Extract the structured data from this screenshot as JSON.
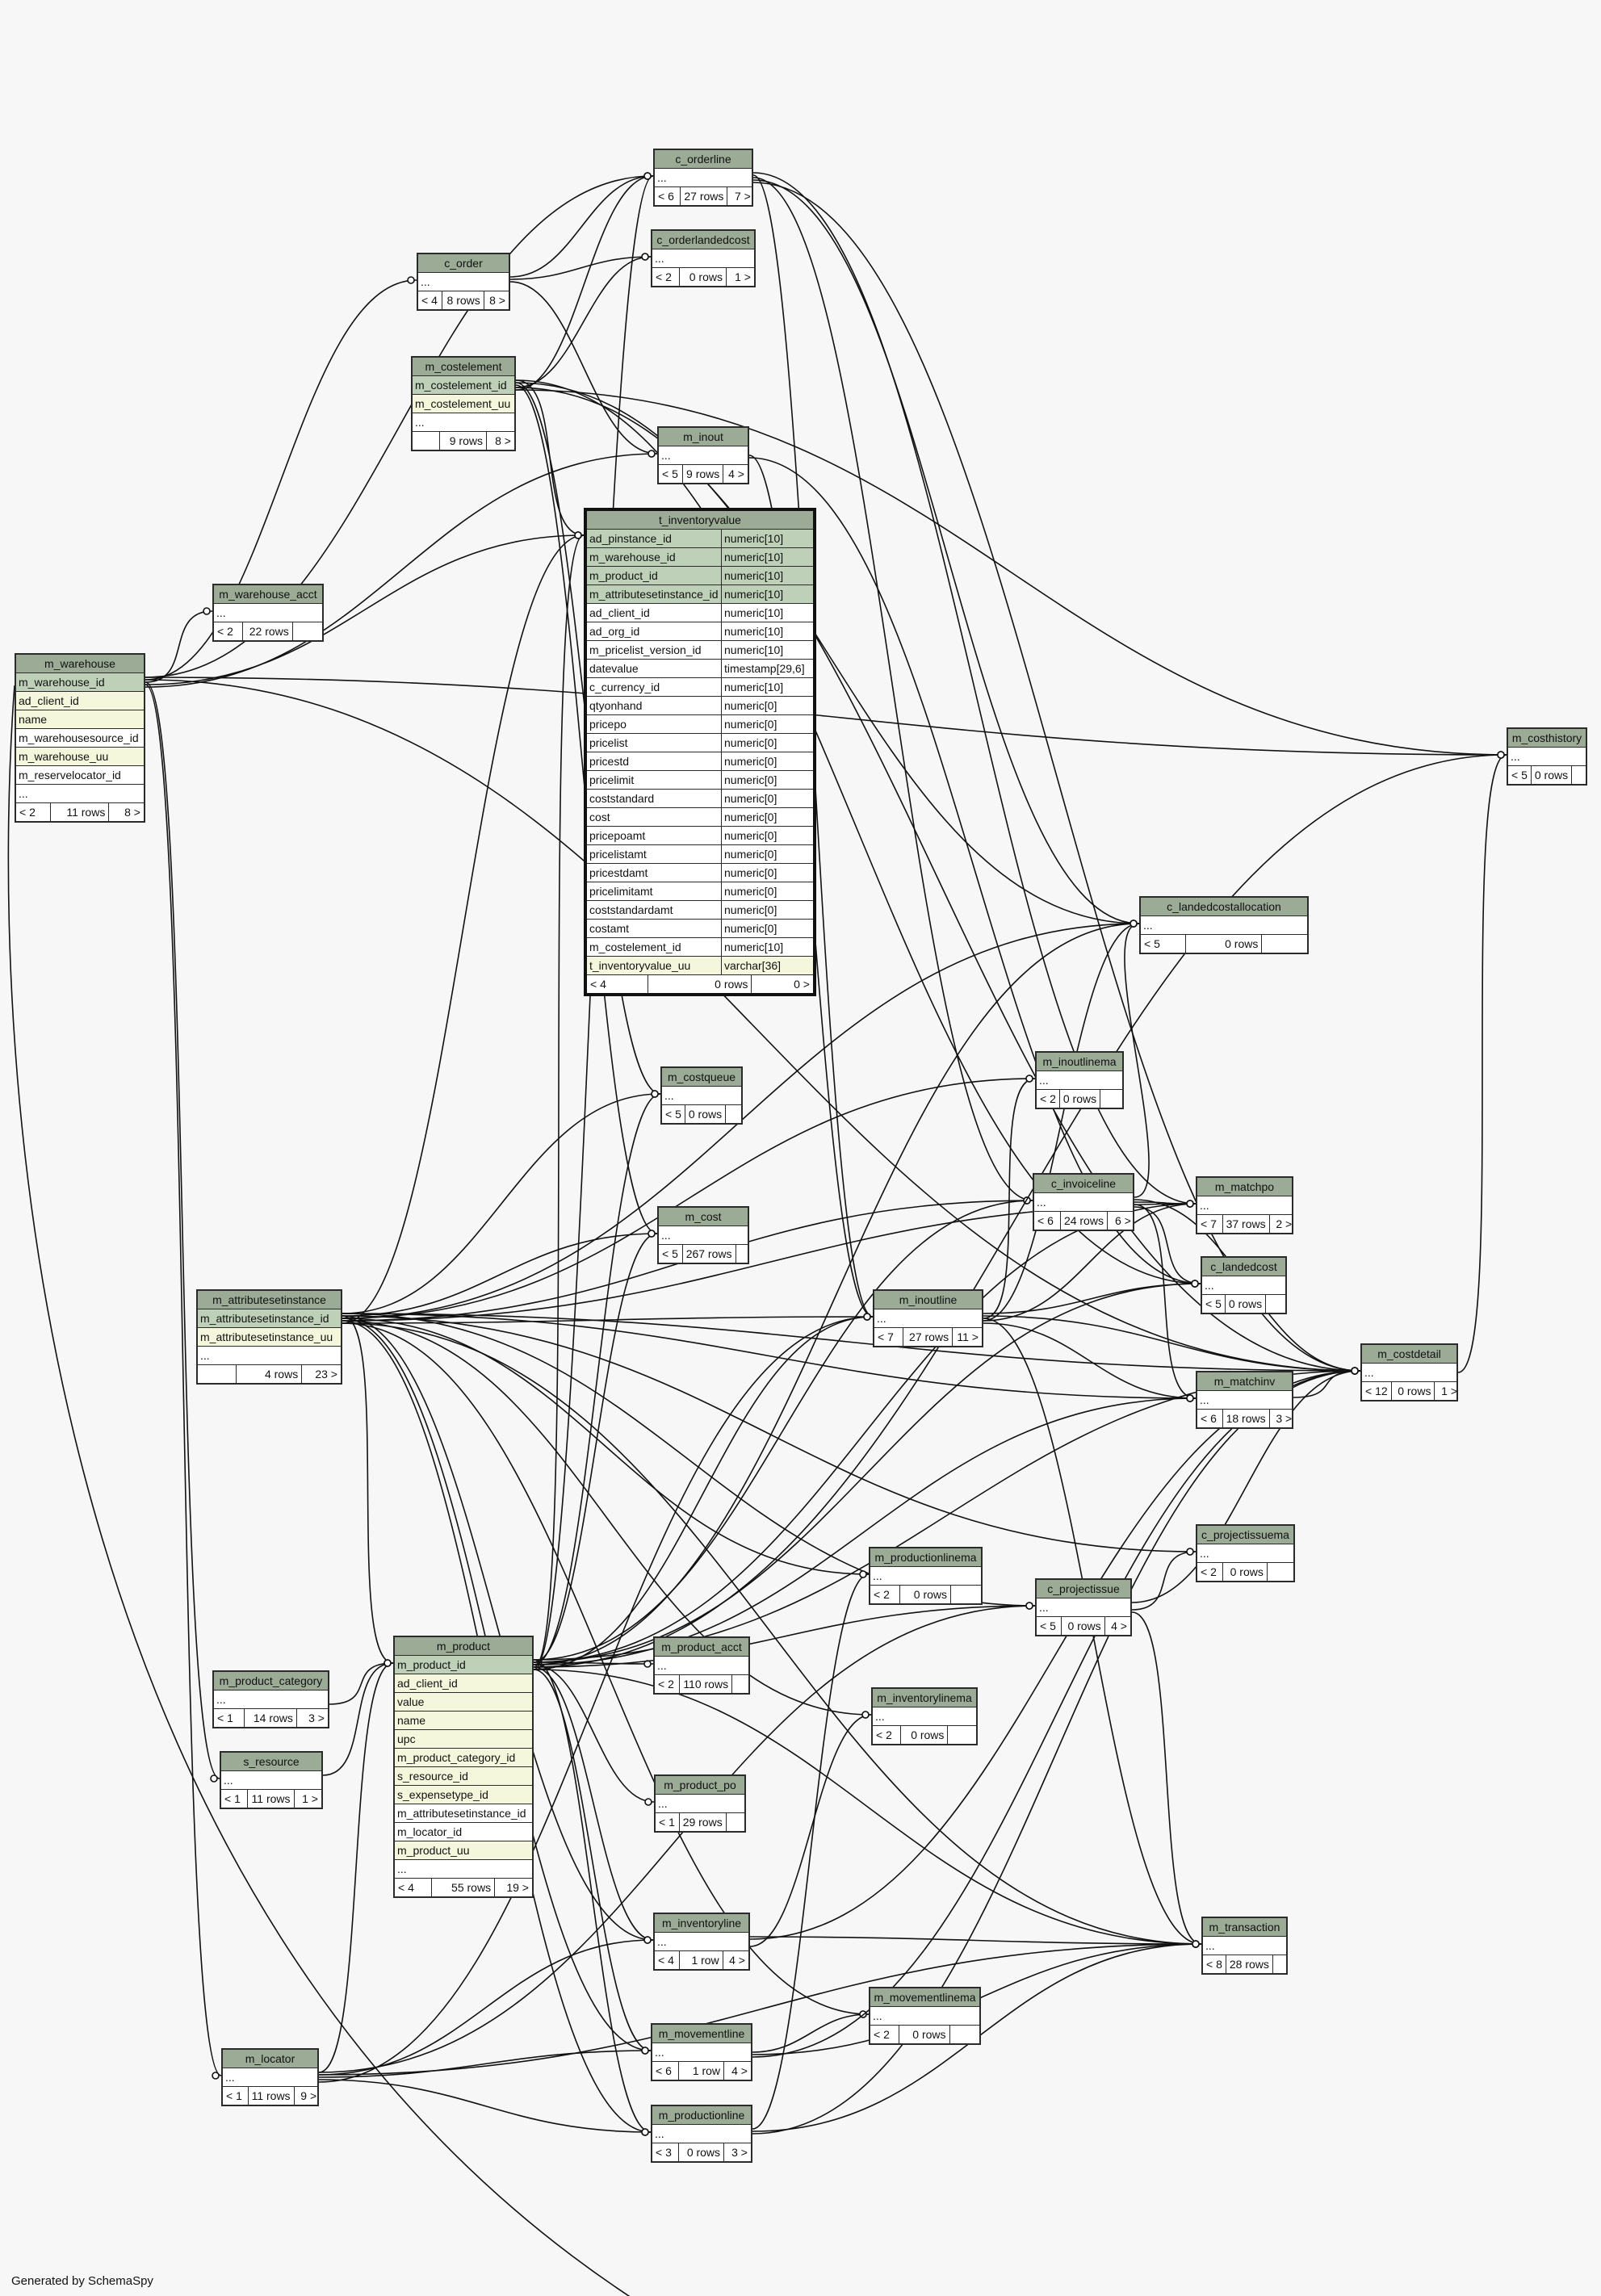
{
  "footer": "Generated by SchemaSpy",
  "colors": {
    "background": "#f7f7f7",
    "header": "#9bab96",
    "primary_key": "#bed1b8",
    "indexed": "#f5f7dc",
    "edge": "#111111"
  },
  "tables": {
    "m_warehouse": {
      "name": "m_warehouse",
      "columns": [
        {
          "name": "m_warehouse_id",
          "kind": "pk"
        },
        {
          "name": "ad_client_id",
          "kind": "idx"
        },
        {
          "name": "name",
          "kind": "idx"
        },
        {
          "name": "m_warehousesource_id",
          "kind": "plain"
        },
        {
          "name": "m_warehouse_uu",
          "kind": "idx"
        },
        {
          "name": "m_reservelocator_id",
          "kind": "plain"
        },
        {
          "name": "...",
          "kind": "plain"
        }
      ],
      "footer": [
        "< 2",
        "11 rows",
        "8 >"
      ]
    },
    "m_warehouse_acct": {
      "name": "m_warehouse_acct",
      "columns": [
        {
          "name": "...",
          "kind": "plain"
        }
      ],
      "footer": [
        "< 2",
        "22 rows",
        ""
      ]
    },
    "c_order": {
      "name": "c_order",
      "columns": [
        {
          "name": "...",
          "kind": "plain"
        }
      ],
      "footer": [
        "< 4",
        "8 rows",
        "8 >"
      ]
    },
    "c_orderline": {
      "name": "c_orderline",
      "columns": [
        {
          "name": "...",
          "kind": "plain"
        }
      ],
      "footer": [
        "< 6",
        "27 rows",
        "7 >"
      ]
    },
    "c_orderlandedcost": {
      "name": "c_orderlandedcost",
      "columns": [
        {
          "name": "...",
          "kind": "plain"
        }
      ],
      "footer": [
        "< 2",
        "0 rows",
        "1 >"
      ]
    },
    "m_costelement": {
      "name": "m_costelement",
      "columns": [
        {
          "name": "m_costelement_id",
          "kind": "pk"
        },
        {
          "name": "m_costelement_uu",
          "kind": "idx"
        },
        {
          "name": "...",
          "kind": "plain"
        }
      ],
      "footer": [
        "",
        "9 rows",
        "8 >"
      ]
    },
    "m_inout": {
      "name": "m_inout",
      "columns": [
        {
          "name": "...",
          "kind": "plain"
        }
      ],
      "footer": [
        "< 5",
        "9 rows",
        "4 >"
      ]
    },
    "t_inventoryvalue": {
      "name": "t_inventoryvalue",
      "columns": [
        {
          "name": "ad_pinstance_id",
          "type": "numeric[10]",
          "kind": "pk"
        },
        {
          "name": "m_warehouse_id",
          "type": "numeric[10]",
          "kind": "pk"
        },
        {
          "name": "m_product_id",
          "type": "numeric[10]",
          "kind": "pk"
        },
        {
          "name": "m_attributesetinstance_id",
          "type": "numeric[10]",
          "kind": "pk"
        },
        {
          "name": "ad_client_id",
          "type": "numeric[10]",
          "kind": "plain"
        },
        {
          "name": "ad_org_id",
          "type": "numeric[10]",
          "kind": "plain"
        },
        {
          "name": "m_pricelist_version_id",
          "type": "numeric[10]",
          "kind": "plain"
        },
        {
          "name": "datevalue",
          "type": "timestamp[29,6]",
          "kind": "plain"
        },
        {
          "name": "c_currency_id",
          "type": "numeric[10]",
          "kind": "plain"
        },
        {
          "name": "qtyonhand",
          "type": "numeric[0]",
          "kind": "plain"
        },
        {
          "name": "pricepo",
          "type": "numeric[0]",
          "kind": "plain"
        },
        {
          "name": "pricelist",
          "type": "numeric[0]",
          "kind": "plain"
        },
        {
          "name": "pricestd",
          "type": "numeric[0]",
          "kind": "plain"
        },
        {
          "name": "pricelimit",
          "type": "numeric[0]",
          "kind": "plain"
        },
        {
          "name": "coststandard",
          "type": "numeric[0]",
          "kind": "plain"
        },
        {
          "name": "cost",
          "type": "numeric[0]",
          "kind": "plain"
        },
        {
          "name": "pricepoamt",
          "type": "numeric[0]",
          "kind": "plain"
        },
        {
          "name": "pricelistamt",
          "type": "numeric[0]",
          "kind": "plain"
        },
        {
          "name": "pricestdamt",
          "type": "numeric[0]",
          "kind": "plain"
        },
        {
          "name": "pricelimitamt",
          "type": "numeric[0]",
          "kind": "plain"
        },
        {
          "name": "coststandardamt",
          "type": "numeric[0]",
          "kind": "plain"
        },
        {
          "name": "costamt",
          "type": "numeric[0]",
          "kind": "plain"
        },
        {
          "name": "m_costelement_id",
          "type": "numeric[10]",
          "kind": "plain"
        },
        {
          "name": "t_inventoryvalue_uu",
          "type": "varchar[36]",
          "kind": "idx"
        }
      ],
      "footer": [
        "< 4",
        "0 rows",
        "0 >"
      ]
    },
    "m_costqueue": {
      "name": "m_costqueue",
      "columns": [
        {
          "name": "...",
          "kind": "plain"
        }
      ],
      "footer": [
        "< 5",
        "0 rows",
        ""
      ]
    },
    "m_cost": {
      "name": "m_cost",
      "columns": [
        {
          "name": "...",
          "kind": "plain"
        }
      ],
      "footer": [
        "< 5",
        "267 rows",
        ""
      ]
    },
    "m_attributesetinstance": {
      "name": "m_attributesetinstance",
      "columns": [
        {
          "name": "m_attributesetinstance_id",
          "kind": "pk"
        },
        {
          "name": "m_attributesetinstance_uu",
          "kind": "idx"
        },
        {
          "name": "...",
          "kind": "plain"
        }
      ],
      "footer": [
        "",
        "4 rows",
        "23 >"
      ]
    },
    "m_product_category": {
      "name": "m_product_category",
      "columns": [
        {
          "name": "...",
          "kind": "plain"
        }
      ],
      "footer": [
        "< 1",
        "14 rows",
        "3 >"
      ]
    },
    "s_resource": {
      "name": "s_resource",
      "columns": [
        {
          "name": "...",
          "kind": "plain"
        }
      ],
      "footer": [
        "< 1",
        "11 rows",
        "1 >"
      ]
    },
    "m_product": {
      "name": "m_product",
      "columns": [
        {
          "name": "m_product_id",
          "kind": "pk"
        },
        {
          "name": "ad_client_id",
          "kind": "idx"
        },
        {
          "name": "value",
          "kind": "idx"
        },
        {
          "name": "name",
          "kind": "idx"
        },
        {
          "name": "upc",
          "kind": "idx"
        },
        {
          "name": "m_product_category_id",
          "kind": "idx"
        },
        {
          "name": "s_resource_id",
          "kind": "idx"
        },
        {
          "name": "s_expensetype_id",
          "kind": "idx"
        },
        {
          "name": "m_attributesetinstance_id",
          "kind": "plain"
        },
        {
          "name": "m_locator_id",
          "kind": "plain"
        },
        {
          "name": "m_product_uu",
          "kind": "idx"
        },
        {
          "name": "...",
          "kind": "plain"
        }
      ],
      "footer": [
        "< 4",
        "55 rows",
        "19 >"
      ]
    },
    "m_locator": {
      "name": "m_locator",
      "columns": [
        {
          "name": "...",
          "kind": "plain"
        }
      ],
      "footer": [
        "< 1",
        "11 rows",
        "9 >"
      ]
    },
    "m_product_acct": {
      "name": "m_product_acct",
      "columns": [
        {
          "name": "...",
          "kind": "plain"
        }
      ],
      "footer": [
        "< 2",
        "110 rows",
        ""
      ]
    },
    "m_product_po": {
      "name": "m_product_po",
      "columns": [
        {
          "name": "...",
          "kind": "plain"
        }
      ],
      "footer": [
        "< 1",
        "29 rows",
        ""
      ]
    },
    "m_inventoryline": {
      "name": "m_inventoryline",
      "columns": [
        {
          "name": "...",
          "kind": "plain"
        }
      ],
      "footer": [
        "< 4",
        "1 row",
        "4 >"
      ]
    },
    "m_movementline": {
      "name": "m_movementline",
      "columns": [
        {
          "name": "...",
          "kind": "plain"
        }
      ],
      "footer": [
        "< 6",
        "1 row",
        "4 >"
      ]
    },
    "m_productionline": {
      "name": "m_productionline",
      "columns": [
        {
          "name": "...",
          "kind": "plain"
        }
      ],
      "footer": [
        "< 3",
        "0 rows",
        "3 >"
      ]
    },
    "m_inoutlinema": {
      "name": "m_inoutlinema",
      "columns": [
        {
          "name": "...",
          "kind": "plain"
        }
      ],
      "footer": [
        "< 2",
        "0 rows",
        ""
      ]
    },
    "c_invoiceline": {
      "name": "c_invoiceline",
      "columns": [
        {
          "name": "...",
          "kind": "plain"
        }
      ],
      "footer": [
        "< 6",
        "24 rows",
        "6 >"
      ]
    },
    "m_inoutline": {
      "name": "m_inoutline",
      "columns": [
        {
          "name": "...",
          "kind": "plain"
        }
      ],
      "footer": [
        "< 7",
        "27 rows",
        "11 >"
      ]
    },
    "m_productionlinema": {
      "name": "m_productionlinema",
      "columns": [
        {
          "name": "...",
          "kind": "plain"
        }
      ],
      "footer": [
        "< 2",
        "0 rows",
        ""
      ]
    },
    "m_inventorylinema": {
      "name": "m_inventorylinema",
      "columns": [
        {
          "name": "...",
          "kind": "plain"
        }
      ],
      "footer": [
        "< 2",
        "0 rows",
        ""
      ]
    },
    "m_movementlinema": {
      "name": "m_movementlinema",
      "columns": [
        {
          "name": "...",
          "kind": "plain"
        }
      ],
      "footer": [
        "< 2",
        "0 rows",
        ""
      ]
    },
    "c_projectissue": {
      "name": "c_projectissue",
      "columns": [
        {
          "name": "...",
          "kind": "plain"
        }
      ],
      "footer": [
        "< 5",
        "0 rows",
        "4 >"
      ]
    },
    "c_landedcostallocation": {
      "name": "c_landedcostallocation",
      "columns": [
        {
          "name": "...",
          "kind": "plain"
        }
      ],
      "footer": [
        "< 5",
        "0 rows",
        ""
      ]
    },
    "m_matchpo": {
      "name": "m_matchpo",
      "columns": [
        {
          "name": "...",
          "kind": "plain"
        }
      ],
      "footer": [
        "< 7",
        "37 rows",
        "2 >"
      ]
    },
    "c_landedcost": {
      "name": "c_landedcost",
      "columns": [
        {
          "name": "...",
          "kind": "plain"
        }
      ],
      "footer": [
        "< 5",
        "0 rows",
        ""
      ]
    },
    "m_matchinv": {
      "name": "m_matchinv",
      "columns": [
        {
          "name": "...",
          "kind": "plain"
        }
      ],
      "footer": [
        "< 6",
        "18 rows",
        "3 >"
      ]
    },
    "c_projectissuema": {
      "name": "c_projectissuema",
      "columns": [
        {
          "name": "...",
          "kind": "plain"
        }
      ],
      "footer": [
        "< 2",
        "0 rows",
        ""
      ]
    },
    "m_transaction": {
      "name": "m_transaction",
      "columns": [
        {
          "name": "...",
          "kind": "plain"
        }
      ],
      "footer": [
        "< 8",
        "28 rows",
        ""
      ]
    },
    "m_costdetail": {
      "name": "m_costdetail",
      "columns": [
        {
          "name": "...",
          "kind": "plain"
        }
      ],
      "footer": [
        "< 12",
        "0 rows",
        "1 >"
      ]
    },
    "m_costhistory": {
      "name": "m_costhistory",
      "columns": [
        {
          "name": "...",
          "kind": "plain"
        }
      ],
      "footer": [
        "< 5",
        "0 rows",
        ""
      ]
    }
  },
  "relationships": [
    [
      "m_warehouse",
      "c_orderline"
    ],
    [
      "m_warehouse",
      "c_order"
    ],
    [
      "m_warehouse",
      "m_warehouse_acct"
    ],
    [
      "m_warehouse",
      "t_inventoryvalue"
    ],
    [
      "m_warehouse",
      "m_inout"
    ],
    [
      "m_warehouse",
      "m_costhistory"
    ],
    [
      "m_warehouse",
      "m_costdetail"
    ],
    [
      "m_warehouse",
      "s_resource"
    ],
    [
      "m_warehouse",
      "m_locator"
    ],
    [
      "m_warehouse",
      "m_warehouse"
    ],
    [
      "c_order",
      "c_orderline"
    ],
    [
      "c_order",
      "c_orderlandedcost"
    ],
    [
      "c_order",
      "m_inout"
    ],
    [
      "c_orderline",
      "c_landedcostallocation"
    ],
    [
      "c_orderline",
      "m_costdetail"
    ],
    [
      "c_orderline",
      "m_matchpo"
    ],
    [
      "c_orderline",
      "m_inoutline"
    ],
    [
      "c_orderline",
      "c_invoiceline"
    ],
    [
      "m_costelement",
      "c_orderlandedcost"
    ],
    [
      "m_costelement",
      "c_orderline"
    ],
    [
      "m_costelement",
      "t_inventoryvalue"
    ],
    [
      "m_costelement",
      "m_costqueue"
    ],
    [
      "m_costelement",
      "m_cost"
    ],
    [
      "m_costelement",
      "m_costdetail"
    ],
    [
      "m_costelement",
      "m_costhistory"
    ],
    [
      "m_costelement",
      "c_landedcost"
    ],
    [
      "m_costelement",
      "c_landedcostallocation"
    ],
    [
      "m_inout",
      "m_inoutline"
    ],
    [
      "m_inout",
      "c_landedcost"
    ],
    [
      "m_attributesetinstance",
      "t_inventoryvalue"
    ],
    [
      "m_attributesetinstance",
      "m_costqueue"
    ],
    [
      "m_attributesetinstance",
      "m_cost"
    ],
    [
      "m_attributesetinstance",
      "m_inoutlinema"
    ],
    [
      "m_attributesetinstance",
      "c_invoiceline"
    ],
    [
      "m_attributesetinstance",
      "m_inoutline"
    ],
    [
      "m_attributesetinstance",
      "m_matchinv"
    ],
    [
      "m_attributesetinstance",
      "c_projectissuema"
    ],
    [
      "m_attributesetinstance",
      "m_productionlinema"
    ],
    [
      "m_attributesetinstance",
      "m_inventorylinema"
    ],
    [
      "m_attributesetinstance",
      "m_movementlinema"
    ],
    [
      "m_attributesetinstance",
      "c_projectissue"
    ],
    [
      "m_attributesetinstance",
      "m_inventoryline"
    ],
    [
      "m_attributesetinstance",
      "m_movementline"
    ],
    [
      "m_attributesetinstance",
      "m_productionline"
    ],
    [
      "m_attributesetinstance",
      "m_transaction"
    ],
    [
      "m_attributesetinstance",
      "m_costdetail"
    ],
    [
      "m_attributesetinstance",
      "m_product"
    ],
    [
      "m_attributesetinstance",
      "c_landedcostallocation"
    ],
    [
      "m_attributesetinstance",
      "m_matchpo"
    ],
    [
      "m_product_category",
      "m_product"
    ],
    [
      "s_resource",
      "m_product"
    ],
    [
      "m_product",
      "m_product_acct"
    ],
    [
      "m_product",
      "m_product_po"
    ],
    [
      "m_product",
      "m_inventoryline"
    ],
    [
      "m_product",
      "m_movementline"
    ],
    [
      "m_product",
      "m_productionline"
    ],
    [
      "m_product",
      "m_cost"
    ],
    [
      "m_product",
      "m_costqueue"
    ],
    [
      "m_product",
      "t_inventoryvalue"
    ],
    [
      "m_product",
      "m_inoutline"
    ],
    [
      "m_product",
      "c_invoiceline"
    ],
    [
      "m_product",
      "m_matchpo"
    ],
    [
      "m_product",
      "m_matchinv"
    ],
    [
      "m_product",
      "c_projectissue"
    ],
    [
      "m_product",
      "m_transaction"
    ],
    [
      "m_product",
      "m_costdetail"
    ],
    [
      "m_product",
      "c_landedcost"
    ],
    [
      "m_product",
      "c_landedcostallocation"
    ],
    [
      "m_product",
      "m_costhistory"
    ],
    [
      "m_product",
      "c_orderline"
    ],
    [
      "m_locator",
      "m_product"
    ],
    [
      "m_locator",
      "m_inventoryline"
    ],
    [
      "m_locator",
      "m_movementline"
    ],
    [
      "m_locator",
      "m_productionline"
    ],
    [
      "m_locator",
      "m_inoutline"
    ],
    [
      "m_locator",
      "c_projectissue"
    ],
    [
      "m_locator",
      "m_transaction"
    ],
    [
      "c_invoiceline",
      "m_matchpo"
    ],
    [
      "c_invoiceline",
      "m_matchinv"
    ],
    [
      "c_invoiceline",
      "c_landedcost"
    ],
    [
      "c_invoiceline",
      "c_landedcostallocation"
    ],
    [
      "c_invoiceline",
      "m_costdetail"
    ],
    [
      "m_inoutline",
      "m_inoutlinema"
    ],
    [
      "m_inoutline",
      "m_matchpo"
    ],
    [
      "m_inoutline",
      "m_matchinv"
    ],
    [
      "m_inoutline",
      "c_landedcost"
    ],
    [
      "m_inoutline",
      "m_costdetail"
    ],
    [
      "m_inoutline",
      "m_transaction"
    ],
    [
      "m_inoutline",
      "c_landedcostallocation"
    ],
    [
      "m_inventoryline",
      "m_inventorylinema"
    ],
    [
      "m_inventoryline",
      "m_transaction"
    ],
    [
      "m_inventoryline",
      "m_costdetail"
    ],
    [
      "m_movementline",
      "m_movementlinema"
    ],
    [
      "m_movementline",
      "m_transaction"
    ],
    [
      "m_movementline",
      "m_costdetail"
    ],
    [
      "m_productionline",
      "m_productionlinema"
    ],
    [
      "m_productionline",
      "m_transaction"
    ],
    [
      "m_productionline",
      "m_costdetail"
    ],
    [
      "c_projectissue",
      "c_projectissuema"
    ],
    [
      "c_projectissue",
      "m_transaction"
    ],
    [
      "c_projectissue",
      "m_costdetail"
    ],
    [
      "m_matchinv",
      "m_costdetail"
    ],
    [
      "m_costdetail",
      "m_costhistory"
    ]
  ]
}
